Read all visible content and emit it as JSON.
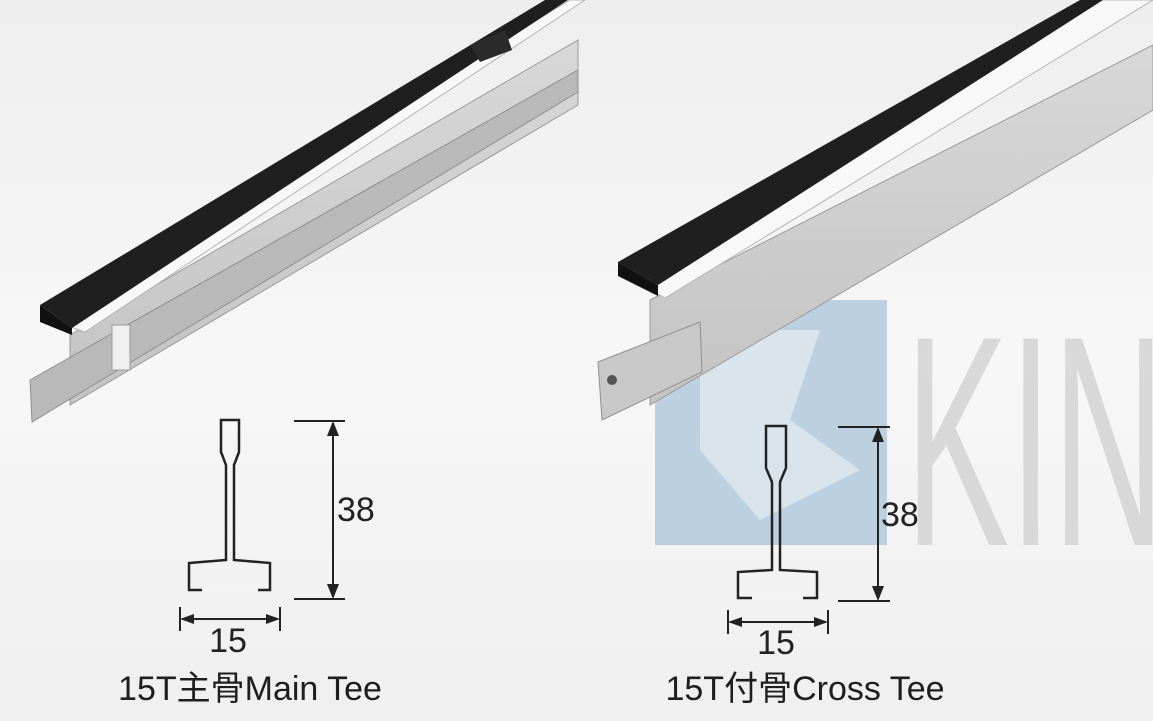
{
  "watermark": {
    "logo_icon": "kl-logo-icon",
    "text": "KIN"
  },
  "diagrams": [
    {
      "caption": "15T主骨Main Tee",
      "height_label": "38",
      "width_label": "15"
    },
    {
      "caption": "15T付骨Cross Tee",
      "height_label": "38",
      "width_label": "15"
    }
  ]
}
